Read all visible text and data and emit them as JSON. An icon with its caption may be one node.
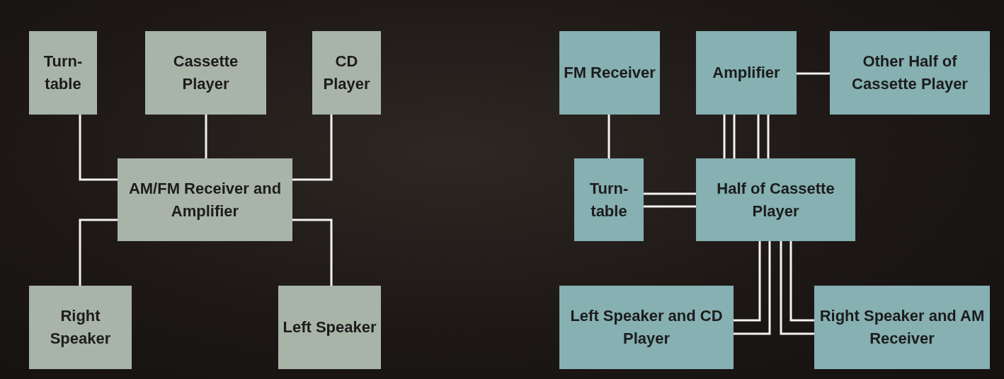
{
  "diagram": {
    "nodes": [
      {
        "text": [
          "Turn-table"
        ]
      },
      {
        "text": [
          "Cassette Player"
        ]
      },
      {
        "text": [
          "CD Player"
        ]
      },
      {
        "text": [
          "AM/FM Receiver and Amplifier"
        ]
      },
      {
        "text": [
          "Right Speaker"
        ]
      },
      {
        "text": [
          "Left Speaker"
        ]
      },
      {
        "text": [
          "FM Receiver"
        ]
      },
      {
        "text": [
          "Amplifier"
        ]
      },
      {
        "text": [
          "Other Half of Cassette Player"
        ]
      },
      {
        "text": [
          "Turn-table"
        ]
      },
      {
        "text": [
          "Half of Cassette Player"
        ]
      },
      {
        "text": [
          "Left Speaker and CD Player"
        ]
      },
      {
        "text": [
          "Right Speaker and AM Receiver"
        ]
      }
    ],
    "edges": [
      {
        "from": 0,
        "to": 3,
        "arrow": "none"
      },
      {
        "from": 1,
        "to": 3,
        "arrow": "none"
      },
      {
        "from": 2,
        "to": 3,
        "arrow": "none"
      },
      {
        "from": 3,
        "to": 4,
        "arrow": "none"
      },
      {
        "from": 3,
        "to": 5,
        "arrow": "none"
      },
      {
        "from": 6,
        "to": 9,
        "arrow": "none"
      },
      {
        "from": 7,
        "to": 8,
        "arrow": "none"
      },
      {
        "from": 7,
        "to": 10,
        "arrow": "none"
      },
      {
        "from": 7,
        "to": 10,
        "arrow": "none"
      },
      {
        "from": 7,
        "to": 10,
        "arrow": "none"
      },
      {
        "from": 7,
        "to": 10,
        "arrow": "none"
      },
      {
        "from": 9,
        "to": 10,
        "arrow": "none"
      },
      {
        "from": 9,
        "to": 10,
        "arrow": "none"
      },
      {
        "from": 10,
        "to": 11,
        "arrow": "none"
      },
      {
        "from": 10,
        "to": 11,
        "arrow": "none"
      },
      {
        "from": 10,
        "to": 12,
        "arrow": "none"
      },
      {
        "from": 10,
        "to": 12,
        "arrow": "none"
      }
    ]
  }
}
